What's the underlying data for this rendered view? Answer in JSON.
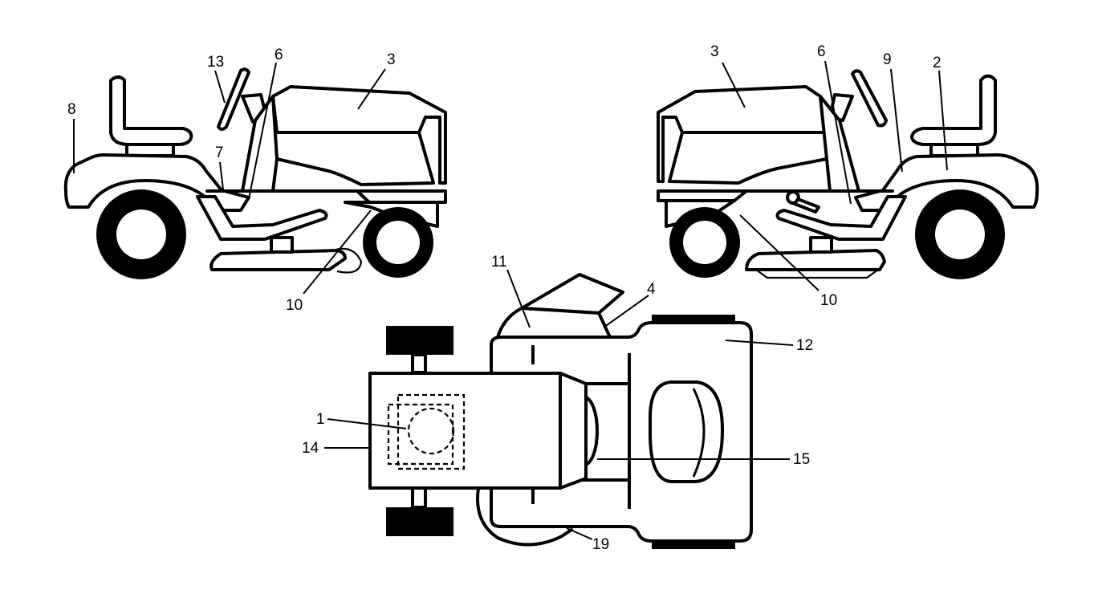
{
  "diagram": {
    "views": [
      {
        "id": "left-side-view",
        "labels": [
          "13",
          "6",
          "3",
          "8",
          "7",
          "10"
        ]
      },
      {
        "id": "right-side-view",
        "labels": [
          "3",
          "6",
          "9",
          "2",
          "10"
        ]
      },
      {
        "id": "top-view",
        "labels": [
          "11",
          "4",
          "12",
          "1",
          "14",
          "15",
          "19"
        ]
      }
    ],
    "callouts": {
      "l13": "13",
      "l6": "6",
      "l3": "3",
      "l8": "8",
      "l7": "7",
      "l10": "10",
      "r3": "3",
      "r6": "6",
      "r9": "9",
      "r2": "2",
      "r10": "10",
      "t11": "11",
      "t4": "4",
      "t12": "12",
      "t1": "1",
      "t14": "14",
      "t15": "15",
      "t19": "19"
    }
  }
}
